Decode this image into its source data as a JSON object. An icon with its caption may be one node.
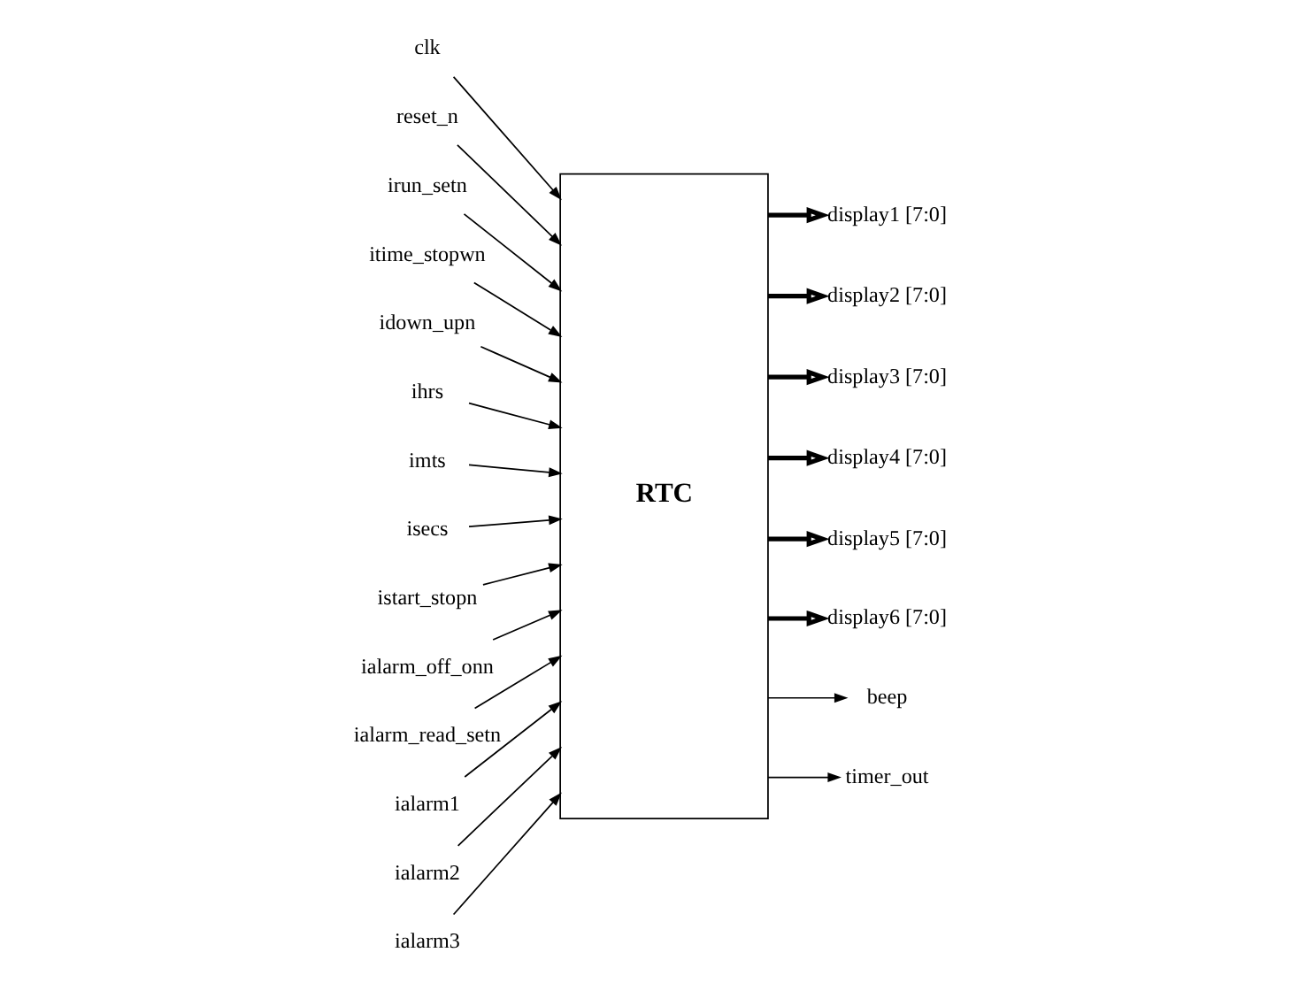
{
  "diagram": {
    "nodes": [
      {
        "text": [
          "clk"
        ]
      },
      {
        "text": [
          "reset_n"
        ]
      },
      {
        "text": [
          "irun_setn"
        ]
      },
      {
        "text": [
          "itime_stopwn"
        ]
      },
      {
        "text": [
          "idown_upn"
        ]
      },
      {
        "text": [
          "ihrs"
        ]
      },
      {
        "text": [
          "imts"
        ]
      },
      {
        "text": [
          "isecs"
        ]
      },
      {
        "text": [
          "istart_stopn"
        ]
      },
      {
        "text": [
          "ialarm_off_onn"
        ]
      },
      {
        "text": [
          "ialarm_read_setn"
        ]
      },
      {
        "text": [
          "ialarm1"
        ]
      },
      {
        "text": [
          "ialarm2"
        ]
      },
      {
        "text": [
          "ialarm3"
        ]
      },
      {
        "text": [
          "RTC"
        ]
      },
      {
        "text": [
          "display1 [7:0]"
        ]
      },
      {
        "text": [
          "display2 [7:0]"
        ]
      },
      {
        "text": [
          "display3 [7:0]"
        ]
      },
      {
        "text": [
          "display4 [7:0]"
        ]
      },
      {
        "text": [
          "display5 [7:0]"
        ]
      },
      {
        "text": [
          "display6 [7:0]"
        ]
      },
      {
        "text": [
          "beep"
        ]
      },
      {
        "text": [
          "timer_out"
        ]
      }
    ],
    "edges": [
      {
        "from": 0,
        "to": 14,
        "arrow": "to"
      },
      {
        "from": 1,
        "to": 14,
        "arrow": "to"
      },
      {
        "from": 2,
        "to": 14,
        "arrow": "to"
      },
      {
        "from": 3,
        "to": 14,
        "arrow": "to"
      },
      {
        "from": 4,
        "to": 14,
        "arrow": "to"
      },
      {
        "from": 5,
        "to": 14,
        "arrow": "to"
      },
      {
        "from": 6,
        "to": 14,
        "arrow": "to"
      },
      {
        "from": 7,
        "to": 14,
        "arrow": "to"
      },
      {
        "from": 8,
        "to": 14,
        "arrow": "to"
      },
      {
        "from": 9,
        "to": 14,
        "arrow": "to"
      },
      {
        "from": 10,
        "to": 14,
        "arrow": "to"
      },
      {
        "from": 11,
        "to": 14,
        "arrow": "to"
      },
      {
        "from": 12,
        "to": 14,
        "arrow": "to"
      },
      {
        "from": 13,
        "to": 14,
        "arrow": "to"
      },
      {
        "from": 14,
        "to": 15,
        "arrow": "to",
        "style": "thick"
      },
      {
        "from": 14,
        "to": 16,
        "arrow": "to",
        "style": "thick"
      },
      {
        "from": 14,
        "to": 17,
        "arrow": "to",
        "style": "thick"
      },
      {
        "from": 14,
        "to": 18,
        "arrow": "to",
        "style": "thick"
      },
      {
        "from": 14,
        "to": 19,
        "arrow": "to",
        "style": "thick"
      },
      {
        "from": 14,
        "to": 20,
        "arrow": "to",
        "style": "thick"
      },
      {
        "from": 14,
        "to": 21,
        "arrow": "to"
      },
      {
        "from": 14,
        "to": 22,
        "arrow": "to"
      }
    ]
  }
}
